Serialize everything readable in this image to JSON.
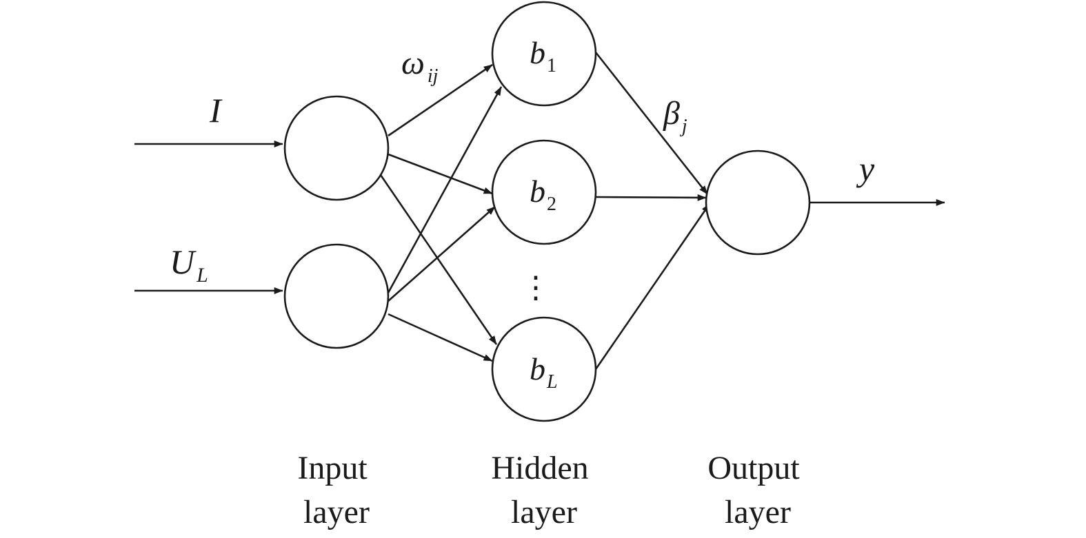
{
  "inputs": {
    "current": {
      "symbol": "I"
    },
    "voltage": {
      "symbol": "U",
      "subscript": "L"
    }
  },
  "weights": {
    "input_hidden": {
      "symbol": "ω",
      "subscript": "ij"
    },
    "hidden_output": {
      "symbol": "β",
      "subscript": "j"
    }
  },
  "hidden_nodes": [
    {
      "symbol": "b",
      "subscript": "1"
    },
    {
      "symbol": "b",
      "subscript": "2"
    },
    {
      "symbol": "b",
      "subscript": "L"
    }
  ],
  "hidden_ellipsis": "⋮",
  "output": {
    "symbol": "y"
  },
  "layers": {
    "input": {
      "line1": "Input",
      "line2": "layer"
    },
    "hidden": {
      "line1": "Hidden",
      "line2": "layer"
    },
    "output": {
      "line1": "Output",
      "line2": "layer"
    }
  }
}
